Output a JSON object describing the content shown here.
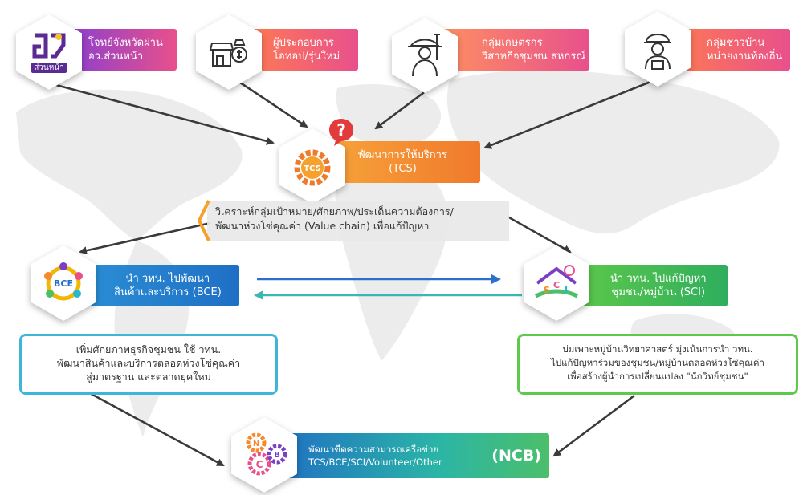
{
  "top_nodes": [
    {
      "line1": "โจทย์จังหวัดผ่าน",
      "line2": "อว.ส่วนหน้า",
      "icon": "ov-logo-icon",
      "logo_text": "ส่วนหน้า"
    },
    {
      "line1": "ผู้ประกอบการ",
      "line2": "โอทอป/รุ่นใหม่",
      "icon": "shop-money-icon"
    },
    {
      "line1": "กลุ่มเกษตรกร",
      "line2": "วิสาหกิจชุมชน สหกรณ์",
      "icon": "farmer-icon"
    },
    {
      "line1": "กลุ่มชาวบ้าน",
      "line2": "หน่วยงานท้องถิ่น",
      "icon": "worker-icon"
    }
  ],
  "tcs": {
    "line1": "พัฒนาการให้บริการ",
    "line2": "(TCS)",
    "badge": "TCS",
    "question_mark": "?"
  },
  "analysis": {
    "line1": "วิเคราะห์กลุ่มเป้าหมาย/ศักยภาพ/ประเด็นความต้องการ/",
    "line2": "พัฒนาห่วงโซ่คุณค่า (Value chain) เพื่อแก้ปัญหา"
  },
  "bce": {
    "line1": "นำ วทน. ไปพัฒนา",
    "line2": "สินค้าและบริการ (BCE)",
    "badge": "BCE"
  },
  "sci": {
    "line1": "นำ วทน. ไปแก้ปัญหา",
    "line2": "ชุมชน/หมู่บ้าน (SCI)",
    "badge_s": "S",
    "badge_c": "C",
    "badge_i": "I"
  },
  "bce_detail": {
    "line1": "เพิ่มศักยภาพธุรกิจชุมชน ใช้ วทน.",
    "line2": "พัฒนาสินค้าและบริการตลอดห่วงโซ่คุณค่า",
    "line3": "สู่มาตรฐาน และตลาดยุคใหม่"
  },
  "sci_detail": {
    "line1": "บ่มเพาะหมู่บ้านวิทยาศาสตร์ มุ่งเน้นการนำ วทน.",
    "line2": "ไปแก้ปัญหาร่วมของชุมชน/หมู่บ้านตลอดห่วงโซ่คุณค่า",
    "line3": "เพื่อสร้างผู้นำการเปลี่ยนแปลง \"นักวิทย์ชุมชน\""
  },
  "ncb": {
    "line1": "พัฒนาขีดความสามารถเครือข่าย",
    "line2": "TCS/BCE/SCI/Volunteer/Other",
    "abbr": "(NCB)",
    "badge_n": "N",
    "badge_c": "C",
    "badge_b": "B"
  },
  "colors": {
    "purple": "#7b3fc4",
    "pink": "#e8508c",
    "orange": "#f6892a",
    "blue": "#1f6fc4",
    "green": "#4cbf6a",
    "teal": "#27b9c9",
    "map": "#e9e9e9",
    "arrow": "#3a3a3a"
  }
}
